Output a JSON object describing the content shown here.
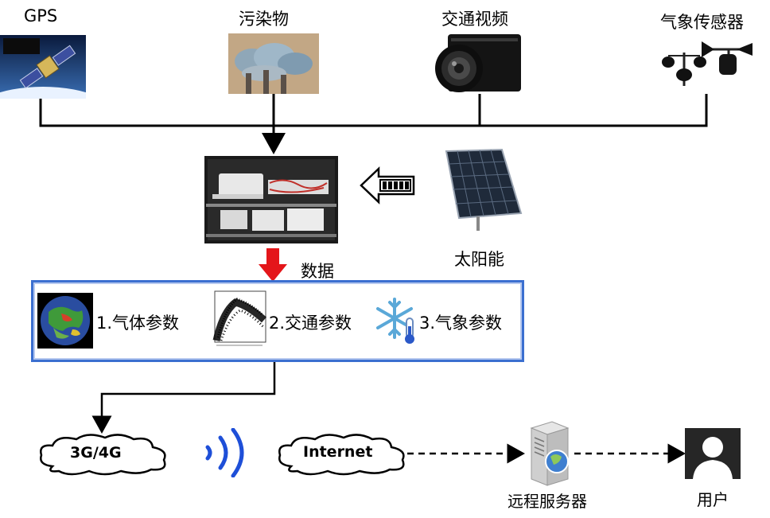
{
  "sources": [
    {
      "id": "gps",
      "label": "GPS",
      "icon": "satellite-icon"
    },
    {
      "id": "pollutant",
      "label": "污染物",
      "icon": "smokestack-pollution-icon"
    },
    {
      "id": "traffic",
      "label": "交通视频",
      "icon": "video-camera-icon"
    },
    {
      "id": "weather",
      "label": "气象传感器",
      "icon": "anemometer-wind-vane-icon"
    }
  ],
  "controller": {
    "icon": "control-box-icon"
  },
  "battery": {
    "icon": "battery-arrow-icon"
  },
  "solar": {
    "label": "太阳能",
    "icon": "solar-panel-icon"
  },
  "data_arrow": {
    "label": "数据"
  },
  "params": [
    {
      "label": "1.气体参数",
      "icon": "earth-gas-map-icon"
    },
    {
      "label": "2.交通参数",
      "icon": "traffic-scatter-plot-icon"
    },
    {
      "label": "3.气象参数",
      "icon": "snowflake-thermometer-icon"
    }
  ],
  "network": {
    "mobile": "3G/4G",
    "internet": "Internet",
    "server": "远程服务器",
    "user": "用户"
  }
}
